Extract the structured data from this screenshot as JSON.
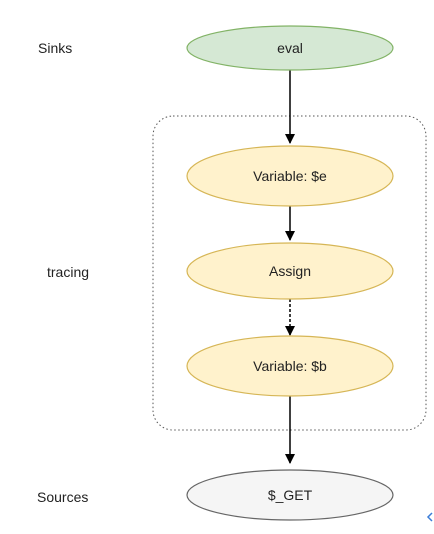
{
  "diagram": {
    "row_labels": {
      "sinks": "Sinks",
      "tracing": "tracing",
      "sources": "Sources"
    },
    "nodes": {
      "sink_eval": {
        "label": "eval",
        "fill": "#d5e8d4",
        "stroke": "#82b366"
      },
      "var_e": {
        "label": "Variable: $e",
        "fill": "#fff2cc",
        "stroke": "#d6b656"
      },
      "assign": {
        "label": "Assign",
        "fill": "#fff2cc",
        "stroke": "#d6b656"
      },
      "var_b": {
        "label": "Variable: $b",
        "fill": "#fff2cc",
        "stroke": "#d6b656"
      },
      "source_get": {
        "label": "$_GET",
        "fill": "#f5f5f5",
        "stroke": "#666666"
      }
    },
    "edges": [
      {
        "from": "sink_eval",
        "to": "var_e"
      },
      {
        "from": "var_e",
        "to": "assign"
      },
      {
        "from": "assign",
        "to": "var_b",
        "style": "dashed"
      },
      {
        "from": "var_b",
        "to": "source_get"
      }
    ],
    "group": {
      "contains": [
        "var_e",
        "assign",
        "var_b"
      ],
      "style": "dotted"
    }
  }
}
